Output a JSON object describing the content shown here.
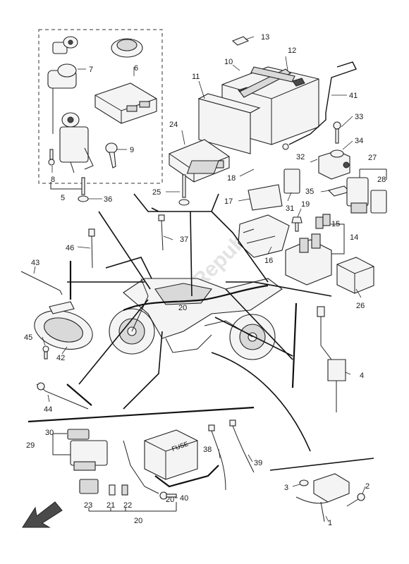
{
  "diagram": {
    "watermark": "Parts Republik",
    "fuse_box_label": "FUSE",
    "callouts": [
      "1",
      "2",
      "3",
      "4",
      "5",
      "6",
      "7",
      "8",
      "9",
      "10",
      "11",
      "12",
      "13",
      "14",
      "15",
      "16",
      "17",
      "18",
      "19",
      "20",
      "20",
      "20",
      "21",
      "22",
      "23",
      "24",
      "25",
      "26",
      "27",
      "28",
      "29",
      "30",
      "31",
      "32",
      "33",
      "34",
      "35",
      "36",
      "37",
      "38",
      "39",
      "40",
      "41",
      "42",
      "43",
      "44",
      "45",
      "46"
    ]
  }
}
